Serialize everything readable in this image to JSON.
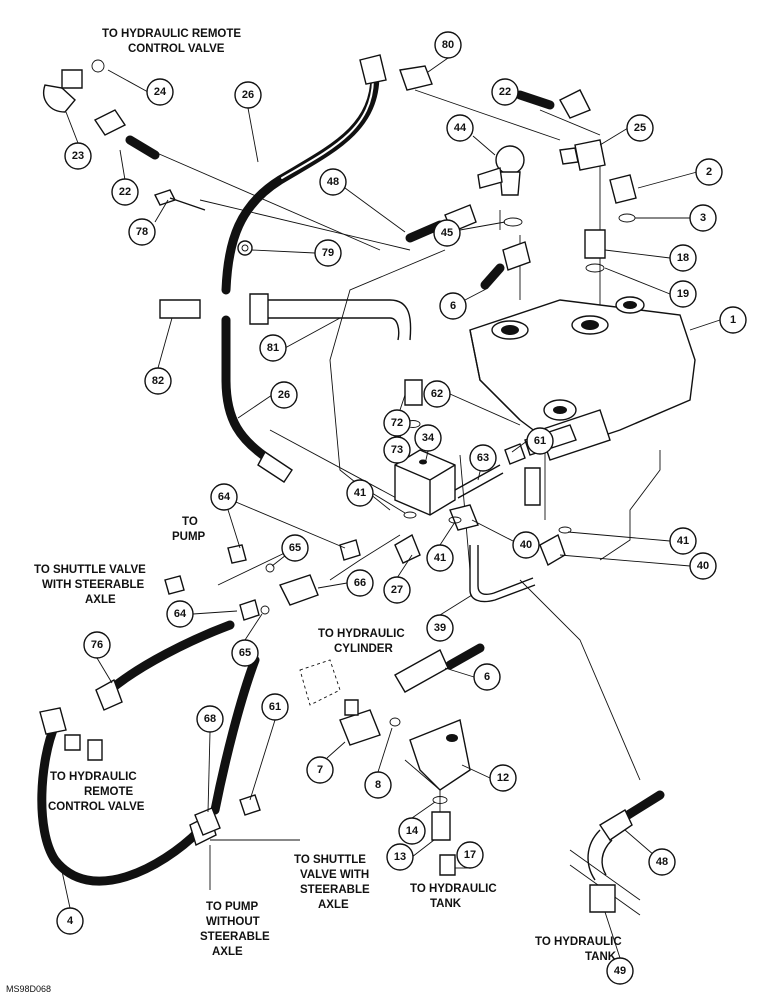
{
  "labels": {
    "remote_valve_top_1": "TO HYDRAULIC REMOTE",
    "remote_valve_top_2": "CONTROL VALVE",
    "to_pump_1": "TO",
    "to_pump_2": "PUMP",
    "shuttle_steer_1": "TO SHUTTLE VALVE",
    "shuttle_steer_2": "WITH STEERABLE",
    "shuttle_steer_3": "AXLE",
    "hyd_cylinder_1": "TO HYDRAULIC",
    "hyd_cylinder_2": "CYLINDER",
    "remote_valve_bottom_1": "TO HYDRAULIC",
    "remote_valve_bottom_2": "REMOTE",
    "remote_valve_bottom_3": "CONTROL VALVE",
    "shuttle_bottom_1": "TO SHUTTLE",
    "shuttle_bottom_2": "VALVE WITH",
    "shuttle_bottom_3": "STEERABLE",
    "shuttle_bottom_4": "AXLE",
    "pump_without_1": "TO PUMP",
    "pump_without_2": "WITHOUT",
    "pump_without_3": "STEERABLE",
    "pump_without_4": "AXLE",
    "tank_mid_1": "TO HYDRAULIC",
    "tank_mid_2": "TANK",
    "tank_right_1": "TO HYDRAULIC",
    "tank_right_2": "TANK",
    "figure_code": "MS98D068"
  },
  "callouts": {
    "c80": "80",
    "c24": "24",
    "c26a": "26",
    "c22a": "22",
    "c25": "25",
    "c44": "44",
    "c23": "23",
    "c22b": "22",
    "c2": "2",
    "c48a": "48",
    "c3": "3",
    "c78": "78",
    "c45": "45",
    "c79": "79",
    "c18": "18",
    "c19": "19",
    "c6a": "6",
    "c82": "82",
    "c81": "81",
    "c1": "1",
    "c26b": "26",
    "c72": "72",
    "c62": "62",
    "c73": "73",
    "c34": "34",
    "c61a": "61",
    "c63": "63",
    "c41a": "41",
    "c64a": "64",
    "c41b": "41",
    "c40a": "40",
    "c41c": "41",
    "c65a": "65",
    "c66": "66",
    "c27": "27",
    "c40b": "40",
    "c64b": "64",
    "c39": "39",
    "c65b": "65",
    "c76": "76",
    "c6b": "6",
    "c7": "7",
    "c8": "8",
    "c12": "12",
    "c68": "68",
    "c61b": "61",
    "c14": "14",
    "c13": "13",
    "c17": "17",
    "c48b": "48",
    "c4": "4",
    "c49": "49"
  }
}
